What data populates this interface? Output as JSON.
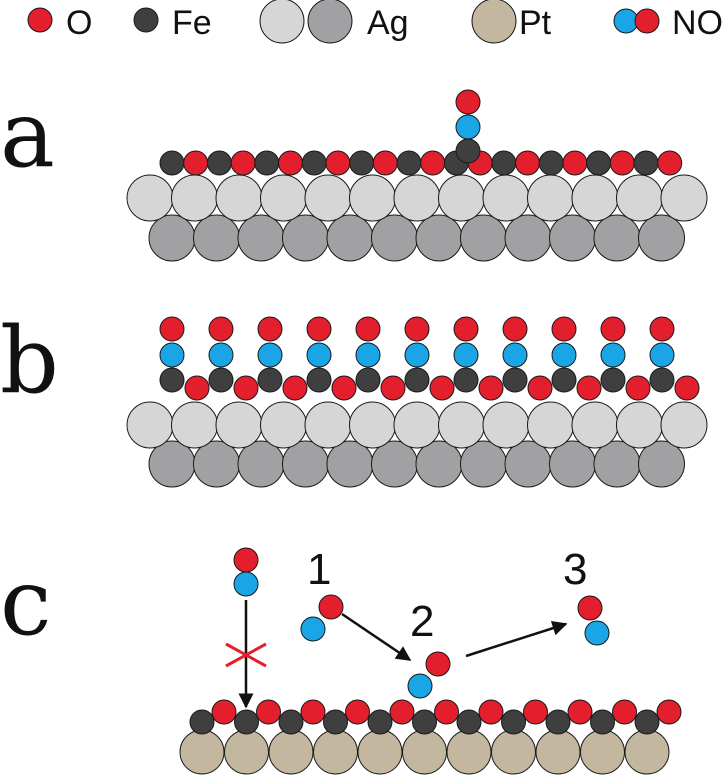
{
  "legend": [
    {
      "label": "O",
      "swatch": [
        "oxygen"
      ]
    },
    {
      "label": "Fe",
      "swatch": [
        "iron"
      ]
    },
    {
      "label": "Ag",
      "swatch": [
        "silver_top",
        "silver_bottom"
      ]
    },
    {
      "label": "Pt",
      "swatch": [
        "platinum"
      ]
    },
    {
      "label": "NO",
      "swatch": [
        "nitrogen",
        "oxygen"
      ]
    }
  ],
  "panels": {
    "a": {
      "letter": "a"
    },
    "b": {
      "letter": "b"
    },
    "c": {
      "letter": "c",
      "steps": [
        "1",
        "2",
        "3"
      ]
    }
  },
  "colors": {
    "oxygen": "#e41f2d",
    "iron": "#3f3f3f",
    "nitrogen": "#1aa5e6",
    "silver_top": "#d6d6d6",
    "silver_bottom": "#a1a1a3",
    "platinum": "#c3b79f",
    "outline": "#1a1a1a",
    "blocked_arrow_cross": "#e41f2d"
  }
}
